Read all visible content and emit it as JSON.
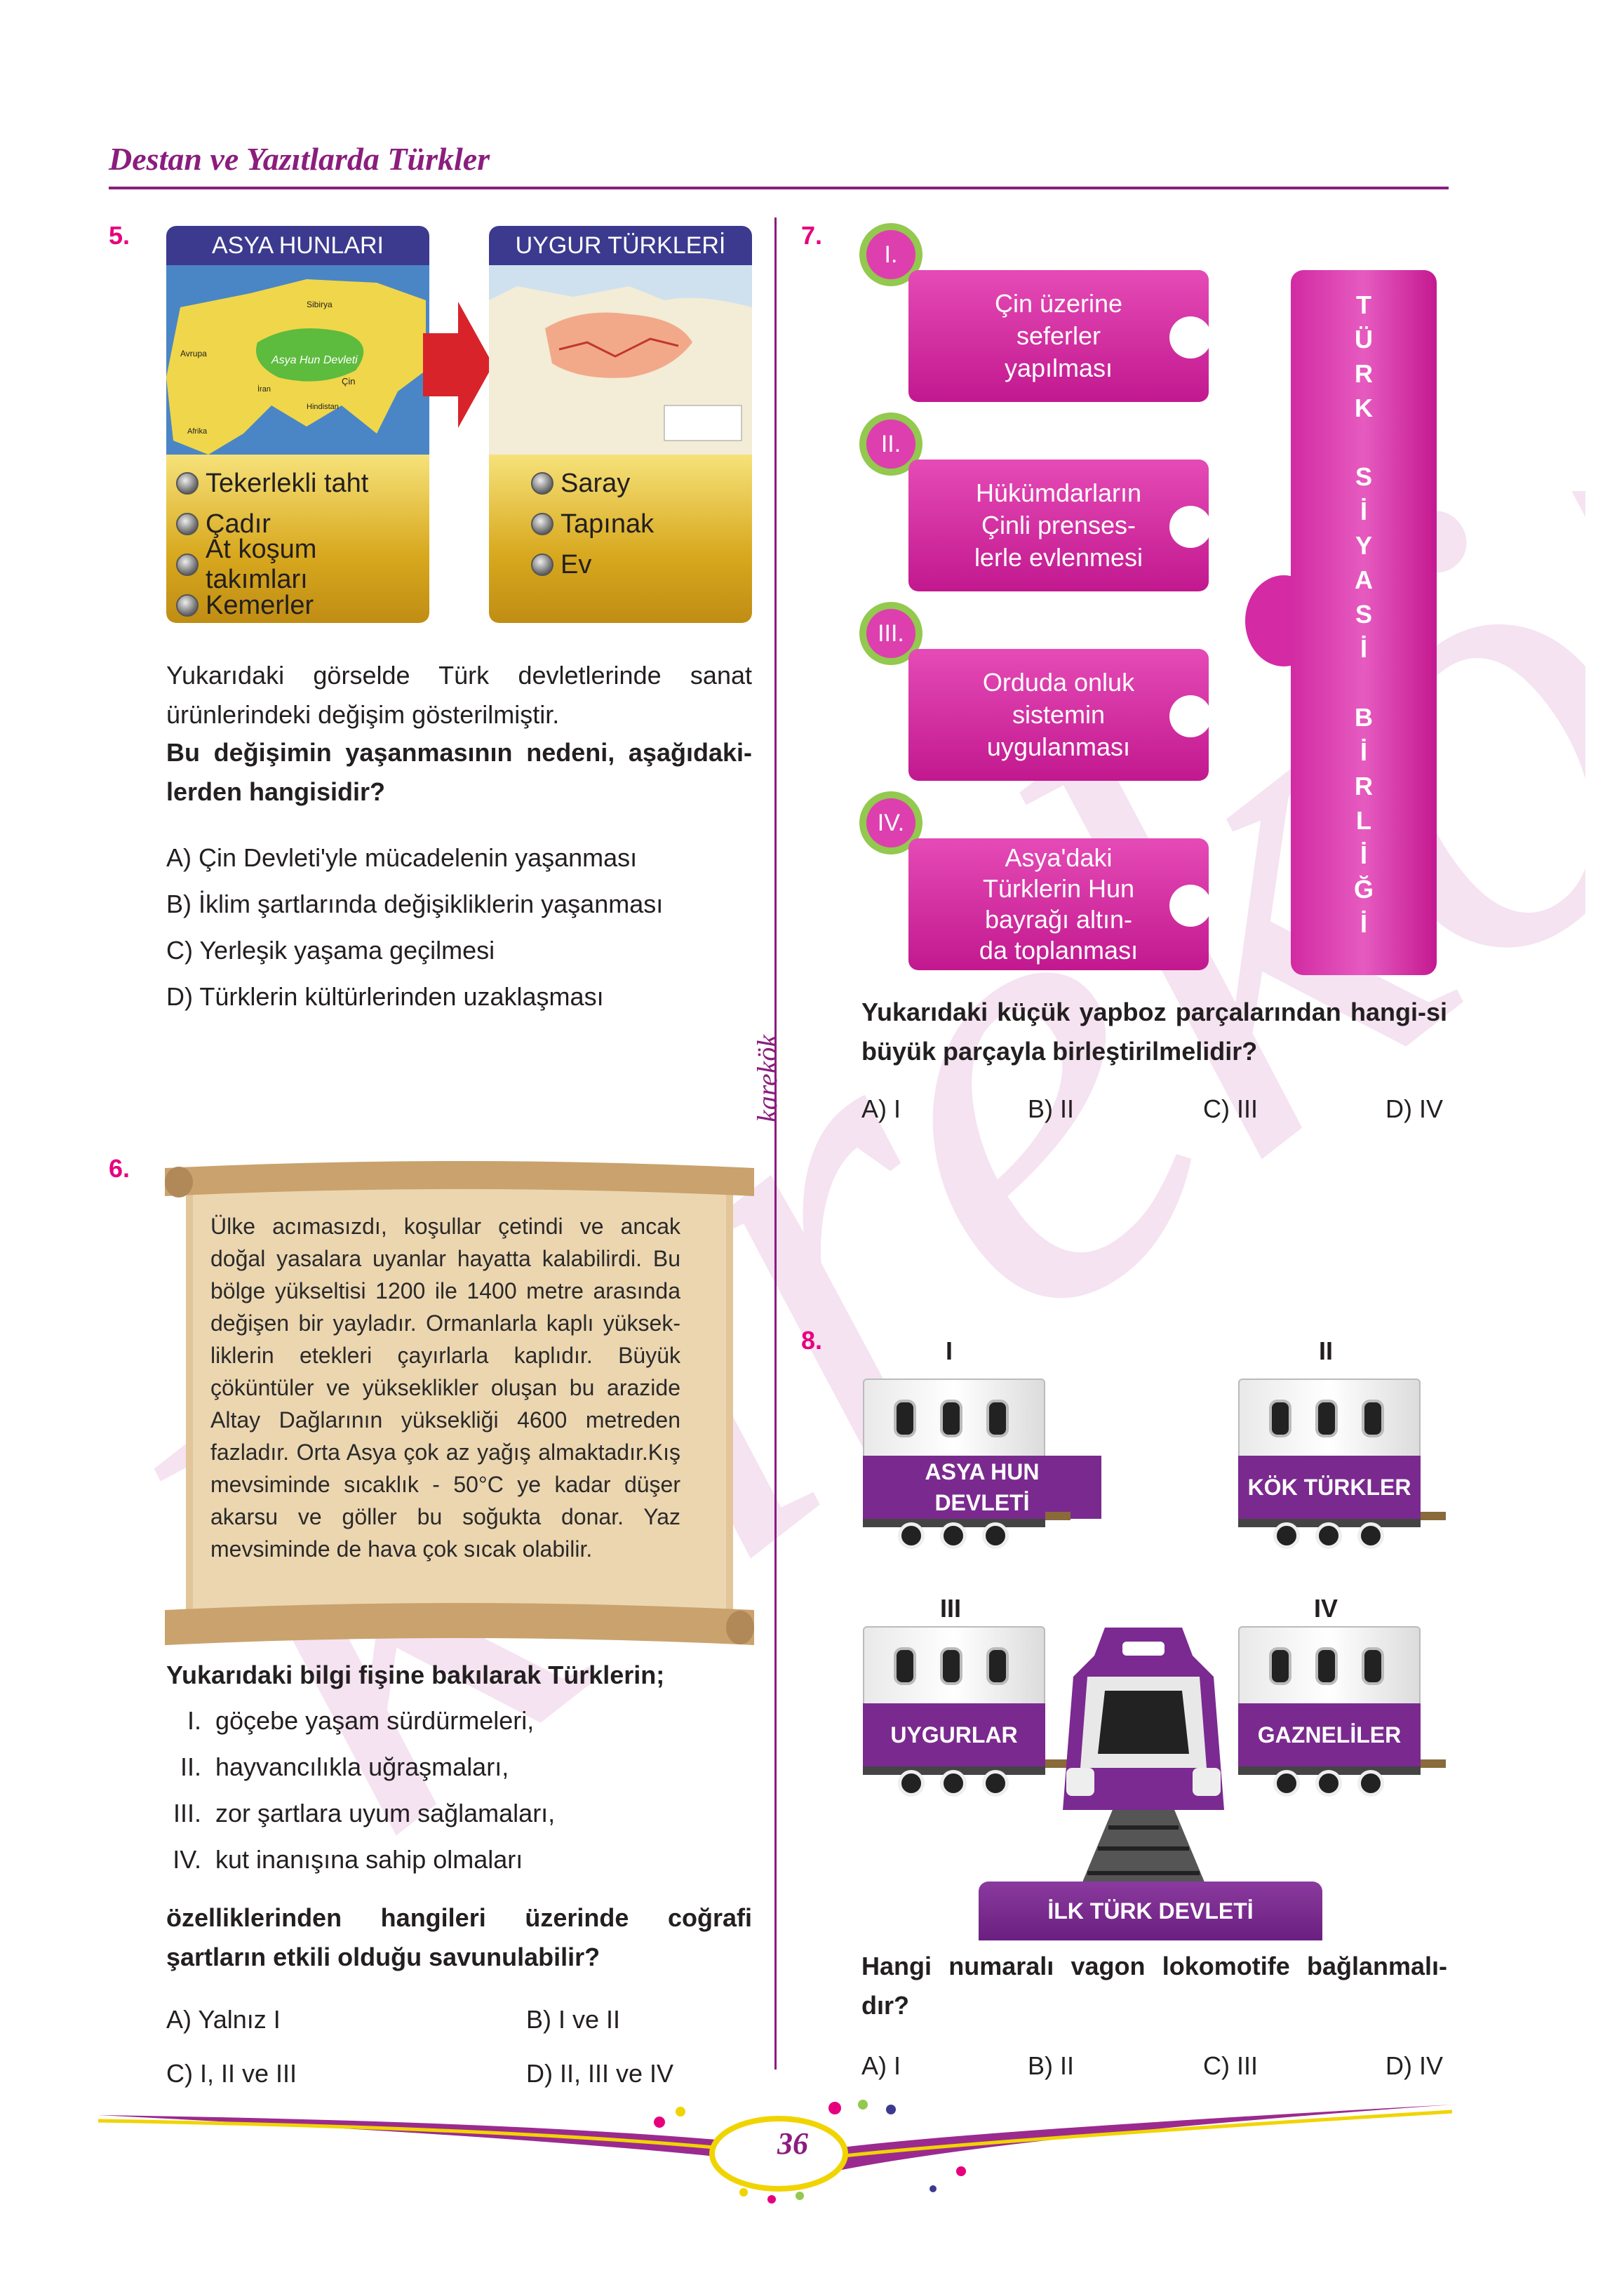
{
  "header": {
    "title": "Destan ve Yazıtlarda Türkler",
    "side_label": "karekök"
  },
  "q5": {
    "number": "5.",
    "left_box": {
      "caption": "ASYA HUNLARI",
      "map_label": "Asya Hun Devleti",
      "map_places": [
        "Sibirya",
        "Avrupa",
        "Çin",
        "Hindistan",
        "İran",
        "Afrika"
      ],
      "items": [
        "Tekerlekli taht",
        "Çadır",
        "At koşum takımları",
        "Kemerler"
      ]
    },
    "right_box": {
      "caption": "UYGUR TÜRKLERİ",
      "items": [
        "Saray",
        "Tapınak",
        "Ev"
      ]
    },
    "stem": "Yukarıdaki görselde Türk devletlerinde sanat ürünlerindeki değişim gösterilmiştir.",
    "question": "Bu değişimin yaşanmasının nedeni, aşağıdaki-lerden hangisidir?",
    "options": [
      "A)  Çin Devleti'yle mücadelenin yaşanması",
      "B)  İklim şartlarında değişikliklerin yaşanması",
      "C)  Yerleşik yaşama geçilmesi",
      "D)  Türklerin kültürlerinden uzaklaşması"
    ]
  },
  "q6": {
    "number": "6.",
    "scroll_text": "Ülke acımasızdı, koşullar çetindi ve ancak doğal yasalara uyanlar hayatta kalabilirdi. Bu bölge yükseltisi 1200 ile 1400 metre arasında değişen bir yayladır. Ormanlarla kaplı yüksek-liklerin etekleri çayırlarla kaplıdır. Büyük çöküntüler ve yükseklikler oluşan bu arazide Altay Dağlarının yüksekliği 4600 metreden fazladır. Orta Asya çok az yağış almaktadır.Kış mevsiminde sıcaklık - 50°C ye kadar düşer akarsu ve göller bu soğukta donar. Yaz mevsiminde de hava çok sıcak olabilir.",
    "lead": "Yukarıdaki bilgi fişine bakılarak Türklerin;",
    "statements": [
      {
        "num": "I.",
        "text": "göçebe yaşam sürdürmeleri,"
      },
      {
        "num": "II.",
        "text": "hayvancılıkla uğraşmaları,"
      },
      {
        "num": "III.",
        "text": "zor şartlara uyum sağlamaları,"
      },
      {
        "num": "IV.",
        "text": "kut inanışına sahip olmaları"
      }
    ],
    "question": "özelliklerinden hangileri üzerinde coğrafi şartların etkili olduğu savunulabilir?",
    "options": [
      "A) Yalnız I",
      "B) I ve II",
      "C) I, II ve III",
      "D) II, III ve IV"
    ]
  },
  "q7": {
    "number": "7.",
    "pieces": [
      {
        "num": "I.",
        "text": "Çin üzerine\nseferler\nyapılması"
      },
      {
        "num": "II.",
        "text": "Hükümdarların\nÇinli prenses-\nlerle evlenmesi"
      },
      {
        "num": "III.",
        "text": "Orduda onluk\nsistemin\nuygulanması"
      },
      {
        "num": "IV.",
        "text": "Asya'daki\nTürklerin Hun\nbayrağı altın-\nda toplanması"
      }
    ],
    "big_piece": "TÜRK SİYASİ BİRLİĞİ",
    "question": "Yukarıdaki küçük yapboz parçalarından hangi-si büyük parçayla birleştirilmelidir?",
    "options": [
      "A) I",
      "B) II",
      "C) III",
      "D) IV"
    ]
  },
  "q8": {
    "number": "8.",
    "wagons": [
      {
        "num": "I",
        "label": "ASYA HUN DEVLETİ"
      },
      {
        "num": "II",
        "label": "KÖK TÜRKLER"
      },
      {
        "num": "III",
        "label": "UYGURLAR"
      },
      {
        "num": "IV",
        "label": "GAZNELİLER"
      }
    ],
    "locomotive_label": "İLK TÜRK DEVLETİ",
    "question": "Hangi numaralı vagon lokomotife bağlanmalı-dır?",
    "options": [
      "A) I",
      "B) II",
      "C) III",
      "D) IV"
    ]
  },
  "footer": {
    "page_number": "36"
  },
  "colors": {
    "accent": "#8b1d7e",
    "number": "#e6007e",
    "puzzle": "#d42aa4",
    "tab": "#92c94e",
    "wagon_band": "#7a2a8e"
  }
}
